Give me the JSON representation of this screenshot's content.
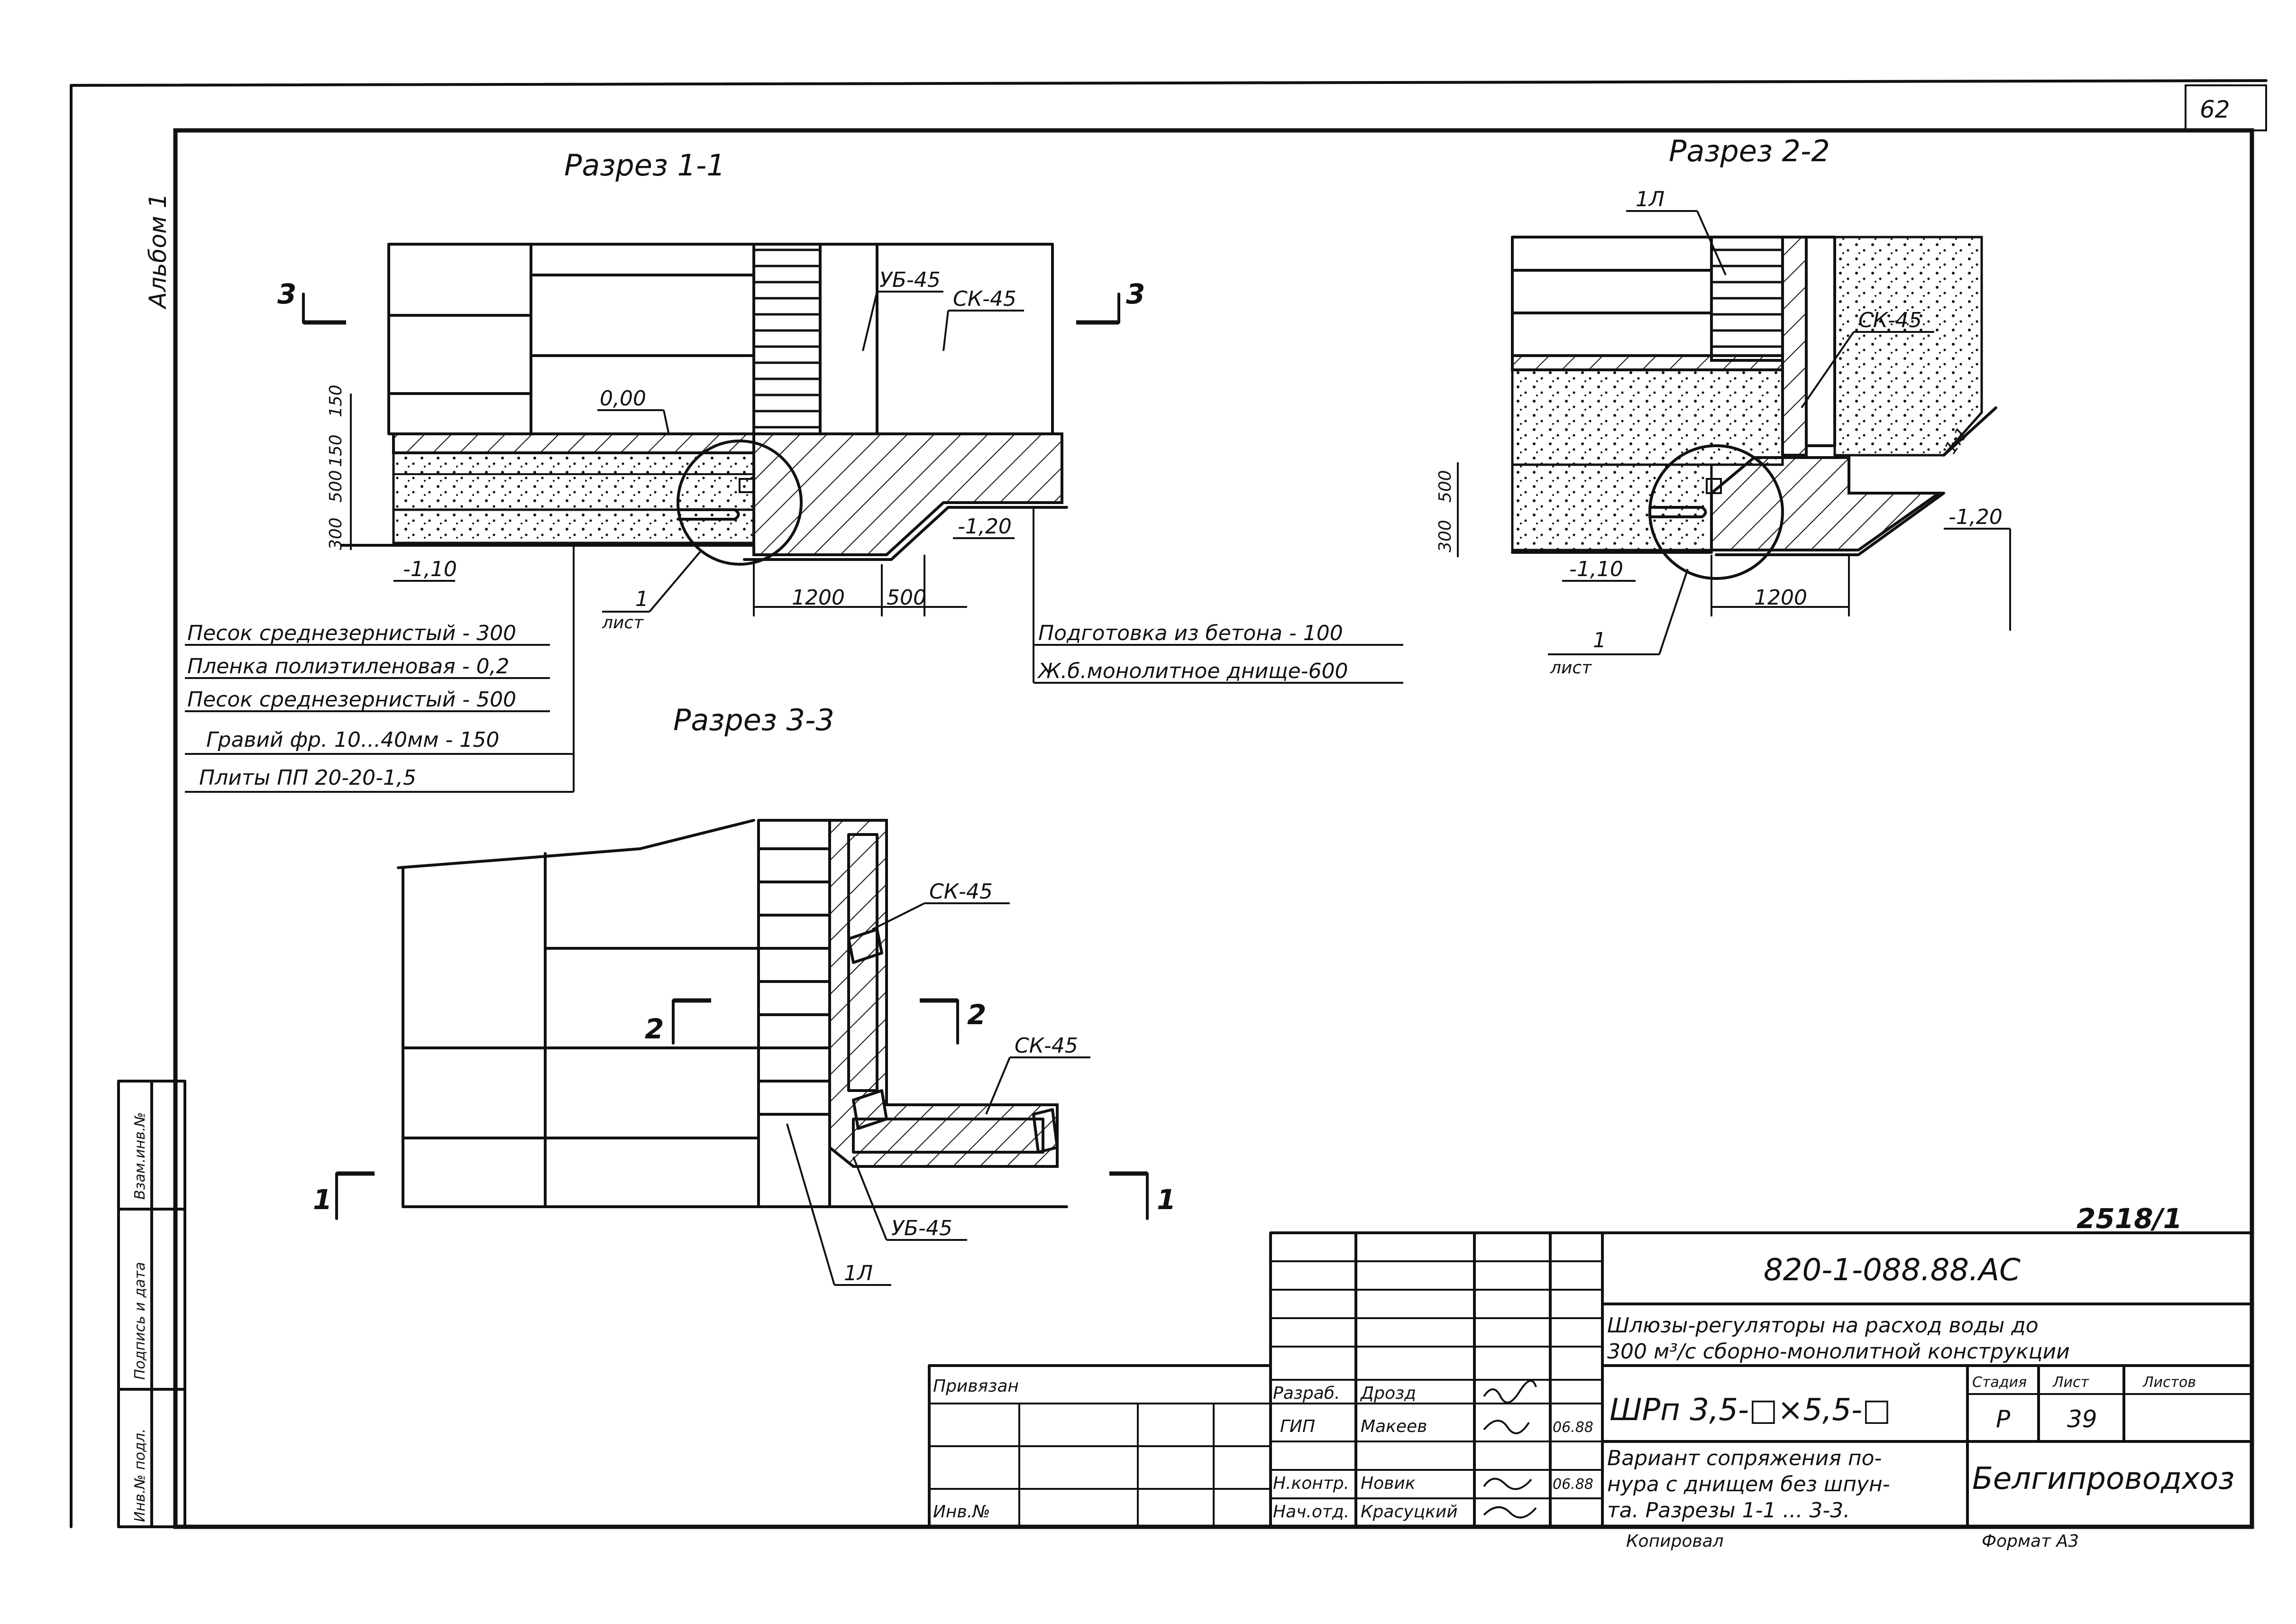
{
  "sheet_corner_number": "62",
  "album": "Альбом 1",
  "sections": {
    "s11": {
      "title": "Разрез 1-1",
      "cut_marker": "3",
      "labels": {
        "ub": "УБ-45",
        "sk": "СК-45",
        "zero": "0,00",
        "level_left": "-1,10",
        "level_right": "-1,20",
        "dim_1200": "1200",
        "dim_500": "500",
        "dim_150a": "150",
        "dim_150b": "150",
        "dim_500v": "500",
        "dim_300v": "300",
        "ref_num": "1",
        "ref_sheet": "лист"
      },
      "layers_left": [
        "Песок среднезернистый - 300",
        "Пленка полиэтиленовая - 0,2",
        "Песок среднезернистый - 500",
        "Гравий фр. 10...40мм - 150",
        "Плиты ПП 20-20-1,5"
      ],
      "layers_right": [
        "Подготовка из бетона - 100",
        "Ж.б.монолитное днище-600"
      ]
    },
    "s22": {
      "title": "Разрез 2-2",
      "labels": {
        "mark_1l": "1Л",
        "sk": "СК-45",
        "level_left": "-1,10",
        "level_right": "-1,20",
        "dim_1200": "1200",
        "dim_500v": "500",
        "dim_300v": "300",
        "ref_num": "1",
        "ref_sheet": "лист",
        "slope": "1:1"
      }
    },
    "s33": {
      "title": "Разрез 3-3",
      "labels": {
        "sk_top": "СК-45",
        "sk_bottom": "СК-45",
        "ub": "УБ-45",
        "mark_1l": "1Л",
        "cut2_left": "2",
        "cut2_right": "2",
        "cut1_left": "1",
        "cut1_right": "1"
      }
    }
  },
  "side_stamp": [
    "Инв.№ подл.",
    "Подпись и дата",
    "Взам.инв.№"
  ],
  "inventory_mark": "2518/1",
  "title_block": {
    "code": "820-1-088.88.АС",
    "project_title_line1": "Шлюзы-регуляторы на расход воды до",
    "project_title_line2": "300 м³/с сборно-монолитной конструкции",
    "privyazan": "Привязан",
    "inv_no": "Инв.№",
    "roles": [
      {
        "role": "Разраб.",
        "name": "Дрозд",
        "date": ""
      },
      {
        "role": "ГИП",
        "name": "Макеев",
        "date": "06.88"
      },
      {
        "role": "Н.контр.",
        "name": "Новик",
        "date": "06.88"
      },
      {
        "role": "Нач.отд.",
        "name": "Красуцкий",
        "date": ""
      }
    ],
    "mark": "ШРп 3,5-□×5,5-□",
    "sheet_desc_line1": "Вариант сопряжения по-",
    "sheet_desc_line2": "нура с днищем без шпун-",
    "sheet_desc_line3": "та. Разрезы 1-1 ... 3-3.",
    "stage_header": "Стадия",
    "sheet_header": "Лист",
    "sheets_header": "Листов",
    "stage": "Р",
    "sheet": "39",
    "sheets": "",
    "organization": "Белгипроводхоз",
    "copied": "Копировал",
    "format": "Формат А3"
  }
}
